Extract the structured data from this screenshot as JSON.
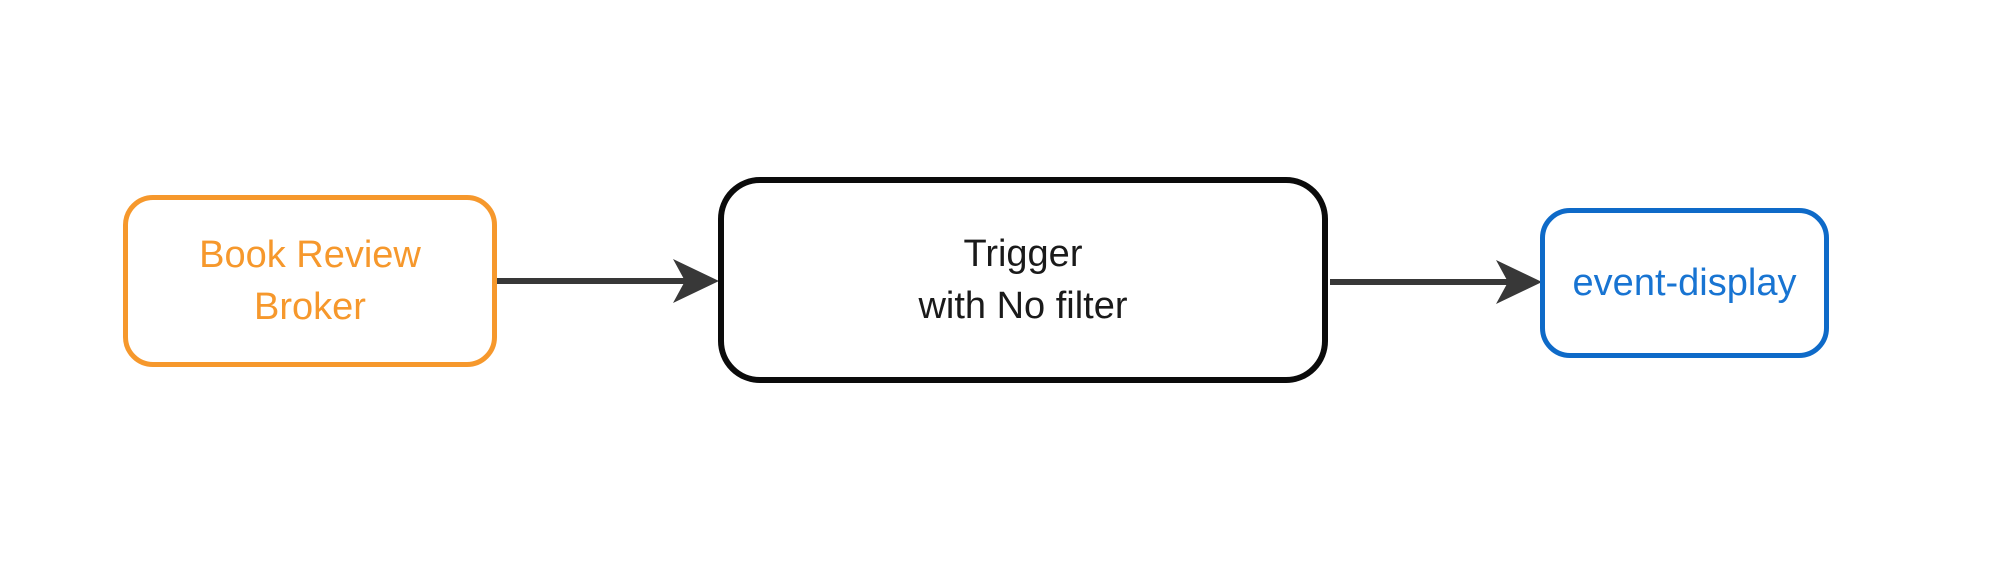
{
  "diagram": {
    "background_color": "#ffffff",
    "arrow_color": "#383838",
    "nodes": [
      {
        "id": "book-review-broker",
        "lines": [
          "Book Review",
          "Broker"
        ],
        "border_color": "#F6982C",
        "text_color": "#F6982C"
      },
      {
        "id": "trigger",
        "lines": [
          "Trigger",
          "with No filter"
        ],
        "border_color": "#0b0b0b",
        "text_color": "#1a1a1a"
      },
      {
        "id": "event-display",
        "lines": [
          "event-display"
        ],
        "border_color": "#0E6AC8",
        "text_color": "#1874D2"
      }
    ],
    "edges": [
      {
        "from": "book-review-broker",
        "to": "trigger"
      },
      {
        "from": "trigger",
        "to": "event-display"
      }
    ]
  }
}
